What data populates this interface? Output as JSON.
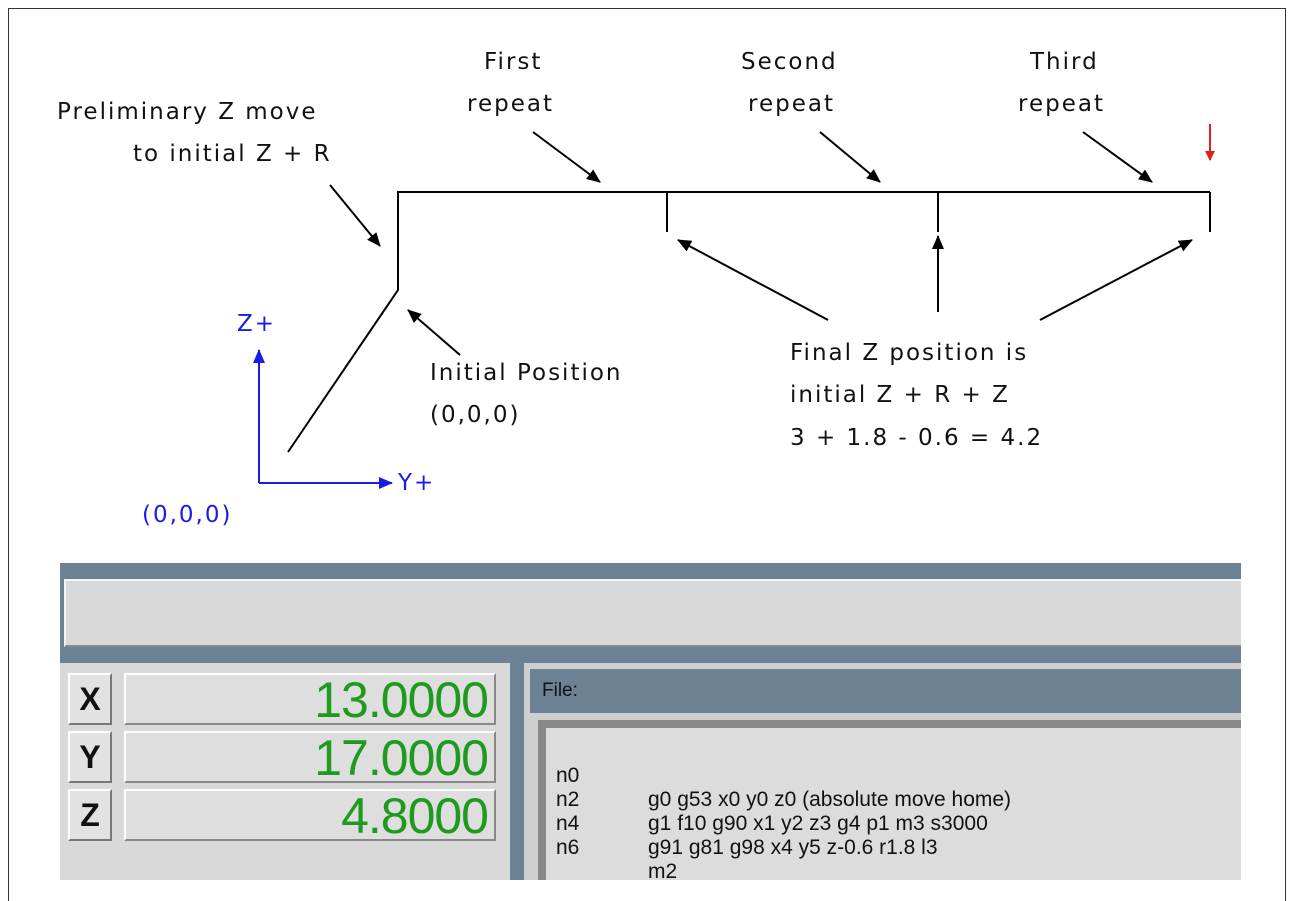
{
  "diagram": {
    "labels": {
      "preliminary_line1": "Preliminary Z move",
      "preliminary_line2": "to initial Z + R",
      "first_line1": "First",
      "first_line2": "repeat",
      "second_line1": "Second",
      "second_line2": "repeat",
      "third_line1": "Third",
      "third_line2": "repeat",
      "initial_line1": "Initial Position",
      "initial_line2": "(0,0,0)",
      "final_line1": "Final Z position is",
      "final_line2": "initial Z + R + Z",
      "final_line3": "3 + 1.8 - 0.6 = 4.2",
      "axis_z": "Z+",
      "axis_y": "Y+",
      "origin": "(0,0,0)"
    },
    "colors": {
      "axis": "#1b1be6",
      "marker": "#e02020",
      "lines": "#000000"
    }
  },
  "app": {
    "dro": [
      {
        "axis": "X",
        "value": "13.0000"
      },
      {
        "axis": "Y",
        "value": "17.0000"
      },
      {
        "axis": "Z",
        "value": "4.8000"
      }
    ],
    "file_label": "File:",
    "code": [
      {
        "n": "n0",
        "text": "g0 g53 x0 y0 z0 (absolute move home)"
      },
      {
        "n": "n2",
        "text": "g1 f10 g90 x1 y2 z3 g4 p1 m3 s3000"
      },
      {
        "n": "n4",
        "text": "g91 g81 g98 x4 y5 z-0.6 r1.8 l3"
      },
      {
        "n": "n6",
        "text": "m2"
      }
    ],
    "colors": {
      "value_green": "#1f9a1f",
      "panel_blue": "#6d8194"
    }
  }
}
